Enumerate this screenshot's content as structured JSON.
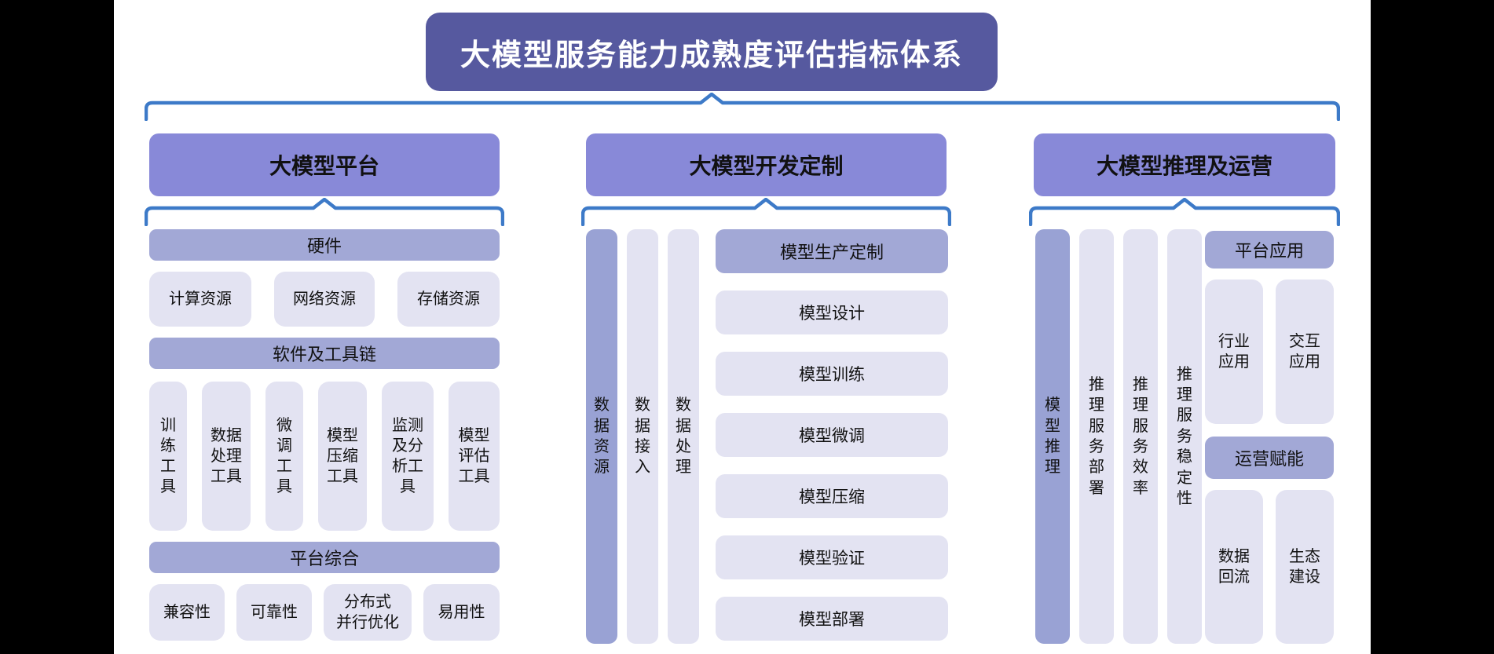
{
  "title": "大模型服务能力成熟度评估指标体系",
  "colors": {
    "background": "#000000",
    "canvas": "#FFFFFF",
    "title_bg": "#56599F",
    "title_text": "#FFFFFF",
    "column_header_bg": "#8889D8",
    "subheader_bg": "#A2A8D6",
    "dark_pillar_bg": "#99A2D4",
    "leaf_bg": "#E3E3F2",
    "brace_stroke": "#3D7AC8",
    "body_text": "#111111"
  },
  "columns": [
    {
      "header": "大模型平台",
      "subheaders": [
        "硬件",
        "软件及工具链",
        "平台综合"
      ],
      "hardware_items": [
        "计算资源",
        "网络资源",
        "存储资源"
      ],
      "tool_items": [
        "训\n练\n工\n具",
        "数据\n处理\n工具",
        "微\n调\n工\n具",
        "模型\n压缩\n工具",
        "监测\n及分\n析工\n具",
        "模型\n评估\n工具"
      ],
      "platform_items": [
        "兼容性",
        "可靠性",
        "分布式\n并行优化",
        "易用性"
      ]
    },
    {
      "header": "大模型开发定制",
      "pillars": [
        "数\n据\n资\n源",
        "数\n据\n接\n入",
        "数\n据\n处\n理"
      ],
      "stack_header": "模型生产定制",
      "stack_items": [
        "模型设计",
        "模型训练",
        "模型微调",
        "模型压缩",
        "模型验证",
        "模型部署"
      ]
    },
    {
      "header": "大模型推理及运营",
      "pillars": [
        "模\n型\n推\n理",
        "推\n理\n服\n务\n部\n署",
        "推\n理\n服\n务\n效\n率",
        "推\n理\n服\n务\n稳\n定\n性"
      ],
      "groups": [
        {
          "header": "平台应用",
          "items": [
            "行业\n应用",
            "交互\n应用"
          ]
        },
        {
          "header": "运营赋能",
          "items": [
            "数据\n回流",
            "生态\n建设"
          ]
        }
      ]
    }
  ]
}
